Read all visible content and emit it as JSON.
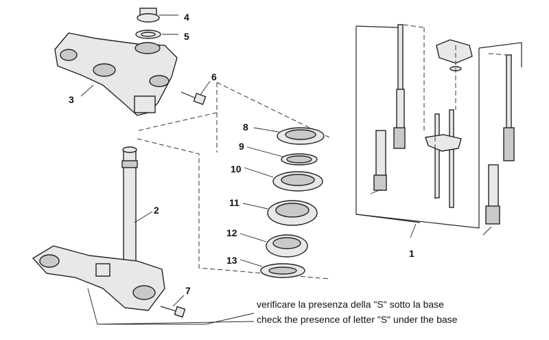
{
  "labels": {
    "1": "1",
    "2": "2",
    "3": "3",
    "4": "4",
    "5": "5",
    "6": "6",
    "7": "7",
    "8": "8",
    "9": "9",
    "10": "10",
    "11": "11",
    "12": "12",
    "13": "13"
  },
  "note": {
    "italian": "verificare la presenza della \"S\" sotto la base",
    "english": "check the presence of letter \"S\" under the base"
  }
}
